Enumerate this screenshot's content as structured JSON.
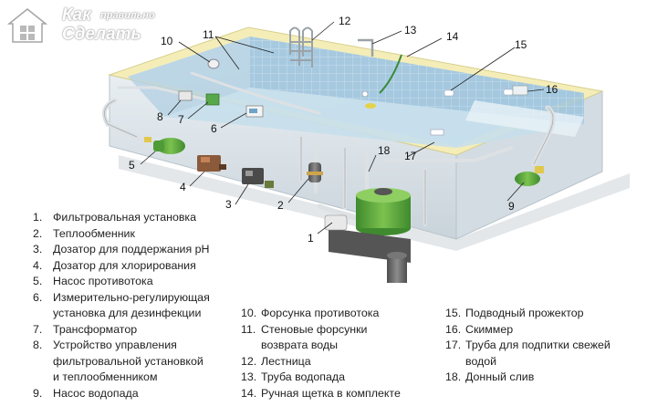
{
  "watermark": {
    "line1a": "Как",
    "line1b": "правильно",
    "line2": "Сделать"
  },
  "callouts": [
    "1",
    "2",
    "3",
    "4",
    "5",
    "6",
    "7",
    "8",
    "9",
    "10",
    "11",
    "12",
    "13",
    "14",
    "15",
    "16",
    "17",
    "18"
  ],
  "legend": {
    "col1": [
      {
        "num": "1.",
        "lines": [
          "Фильтровальная установка"
        ]
      },
      {
        "num": "2.",
        "lines": [
          "Теплообменник"
        ]
      },
      {
        "num": "3.",
        "lines": [
          "Дозатор для поддержания pH"
        ]
      },
      {
        "num": "4.",
        "lines": [
          "Дозатор для хлорирования"
        ]
      },
      {
        "num": "5.",
        "lines": [
          "Насос противотока"
        ]
      },
      {
        "num": "6.",
        "lines": [
          "Измерительно-регулирующая",
          "установка для дезинфекции"
        ]
      },
      {
        "num": "7.",
        "lines": [
          "Трансформатор"
        ]
      },
      {
        "num": "8.",
        "lines": [
          "Устройство управления",
          "фильтровальной установкой",
          "и теплообменником"
        ]
      },
      {
        "num": "9.",
        "lines": [
          "Насос водопада"
        ]
      }
    ],
    "col2": [
      {
        "num": "10.",
        "lines": [
          "Форсунка противотока"
        ]
      },
      {
        "num": "11.",
        "lines": [
          "Стеновые форсунки",
          "возврата воды"
        ]
      },
      {
        "num": "12.",
        "lines": [
          "Лестница"
        ]
      },
      {
        "num": "13.",
        "lines": [
          "Труба водопада"
        ]
      },
      {
        "num": "14.",
        "lines": [
          "Ручная щетка в комплекте"
        ]
      }
    ],
    "col3": [
      {
        "num": "15.",
        "lines": [
          "Подводный прожектор"
        ]
      },
      {
        "num": "16.",
        "lines": [
          "Скиммер"
        ]
      },
      {
        "num": "17.",
        "lines": [
          "Труба для подпитки свежей",
          "водой"
        ]
      },
      {
        "num": "18.",
        "lines": [
          "Донный слив"
        ]
      }
    ]
  },
  "colors": {
    "water": "#cfe3ee",
    "tile": "#8fb9d6",
    "rim": "#f3eab0",
    "pipe": "#d9dde0",
    "pump_green": "#5aa842",
    "filter_green": "#6db33f",
    "device_brown": "#8a5a3a"
  }
}
